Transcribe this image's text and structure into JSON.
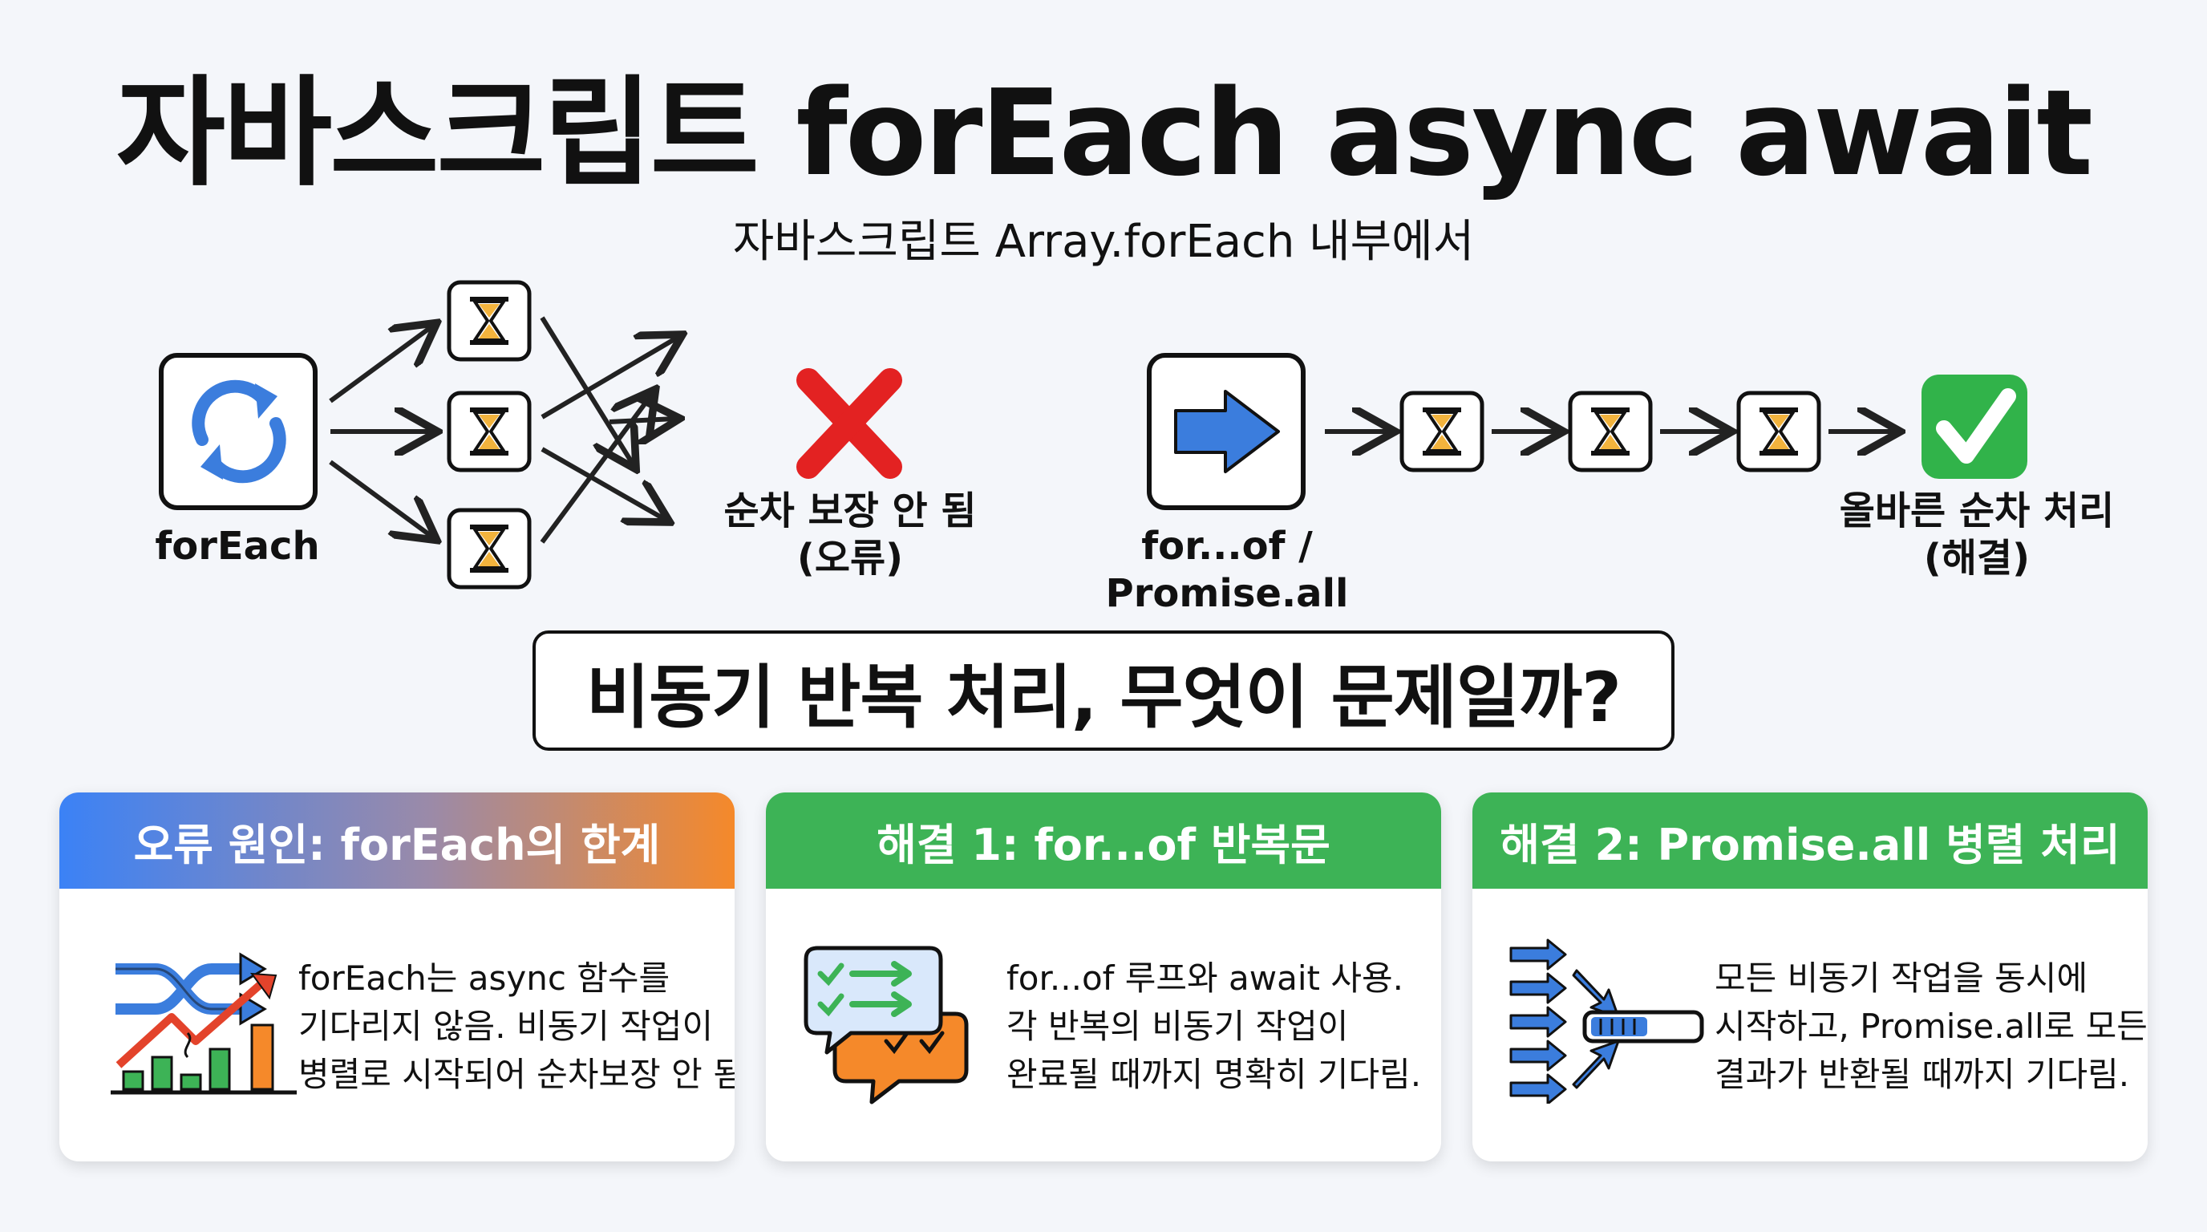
{
  "header": {
    "title": "자바스크립트 forEach async await",
    "subtitle": "자바스크립트 Array.forEach 내부에서"
  },
  "diagram": {
    "foreach_label": "forEach",
    "error_label_line1": "순차 보장 안 됨",
    "error_label_line2": "(오류)",
    "forof_label_line1": "for...of /",
    "forof_label_line2": "Promise.all",
    "solved_label_line1": "올바른 순차 처리",
    "solved_label_line2": "(해결)"
  },
  "question": "비동기 반복 처리, 무엇이 문제일까?",
  "cards": [
    {
      "title": "오류 원인: forEach의 한계",
      "lines": [
        "forEach는 async 함수를",
        "기다리지 않음. 비동기 작업이",
        "병렬로 시작되어 순차보장 안 됨."
      ]
    },
    {
      "title": "해결 1: for...of 반복문",
      "lines": [
        "for...of 루프와 await 사용.",
        "각 반복의 비동기 작업이",
        "완료될 때까지 명확히 기다림."
      ]
    },
    {
      "title": "해결 2: Promise.all 병렬 처리",
      "lines": [
        "모든 비동기 작업을 동시에",
        "시작하고, Promise.all로 모든",
        "결과가 반환될 때까지 기다림."
      ]
    }
  ],
  "colors": {
    "card1_gradient": [
      "#3b82f6",
      "#f5892a"
    ],
    "card2": "#3db356",
    "card3": "#3db356",
    "error_x": "#e32222",
    "check_bg": "#31b34a",
    "arrow_blue": "#3b7ddd"
  }
}
